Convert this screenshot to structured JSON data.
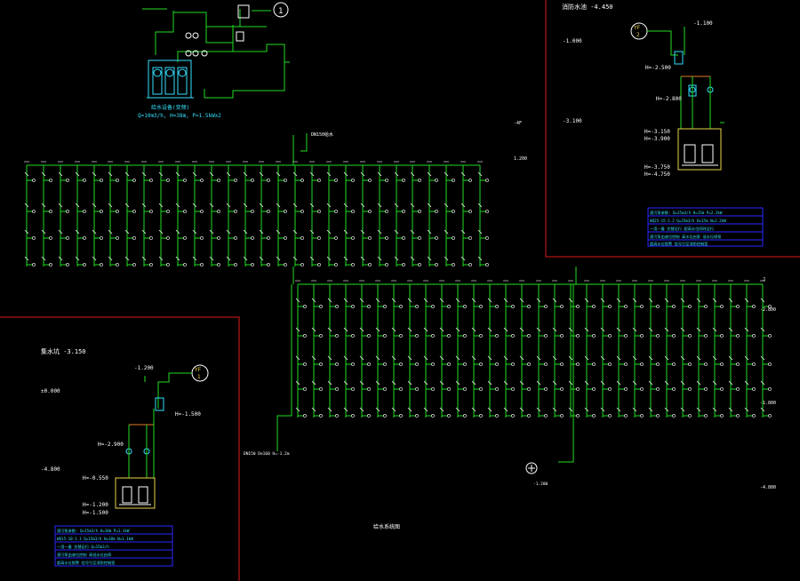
{
  "colors": {
    "background": "#000000",
    "pipe": "#1fdc1f",
    "cyan": "#33e0ff",
    "white": "#ffffff",
    "red": "#e01a1a",
    "yellow": "#e8d44a",
    "blue": "#2828ff",
    "orange": "#e07a2a"
  },
  "top_left": {
    "pump_caption_1": "给水设备(变频)",
    "pump_caption_2": "Q=10m3/h, H=38m, P=1.5kWx2"
  },
  "right_panel": {
    "title": "消防水池 -4.450",
    "level_1": "-1.100",
    "level_2": "-1.000",
    "level_3": "-3.100",
    "label_h1": "H=-2.500",
    "label_h2": "H=-2.800",
    "label_h3": "H=-3.150",
    "label_h4": "H=-3.900",
    "label_h5": "H=-3.750",
    "label_h6": "H=-4.750",
    "note_lines": [
      "潜污泵参数: Q=25m3/h H=15m P=2.2kW",
      "WQ25-15-2.2 Q=25m3/h H=15m N=2.2kW",
      "一用一备 交替运行 超高水位同时运行",
      "潜污泵由液位控制 高水位启泵 低水位停泵",
      "超高水位报警 信号引至消防控制室"
    ]
  },
  "left_panel": {
    "title": "集水坑 -3.150",
    "level_1": "-1.200",
    "level_2": "±0.000",
    "level_3": "-4.800",
    "label_h1": "H=-1.500",
    "label_h2": "H=-2.900",
    "label_h3": "H=-0.550",
    "label_h4": "H=-1.200",
    "label_h5": "H=-1.500",
    "note_lines": [
      "潜污泵参数: Q=15m3/h H=10m P=1.1kW",
      "WQ15-10-1.1 Q=15m3/h H=10m N=1.1kW",
      "一用一备 交替运行 Q=15m3/h",
      "潜污泵由液位控制 高低水位启停",
      "超高水位报警 信号引至消防控制室"
    ]
  },
  "center": {
    "riser_label": "DN150给水",
    "bottom_label": "DN150 De160 H=-1.2m",
    "meter_label": "-1.200",
    "drawing_title": "给水系统图"
  },
  "floor_tags": [
    "-4F",
    "1.200",
    "-2.800",
    "J",
    "-1.800",
    "-4.800"
  ],
  "icons": [
    "pump-icon",
    "valve-icon",
    "water-meter-icon",
    "vf-symbol-icon"
  ]
}
